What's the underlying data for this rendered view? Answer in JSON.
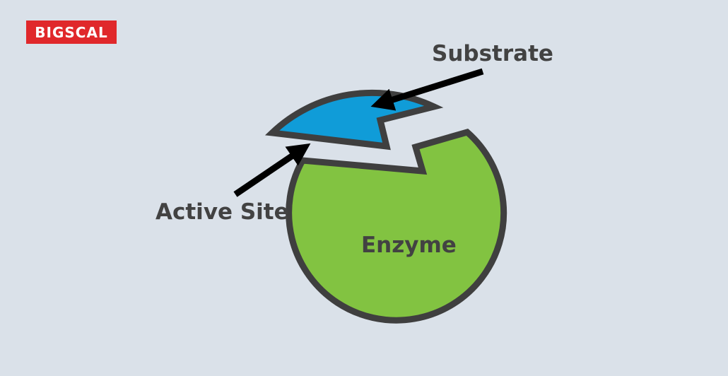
{
  "logo": {
    "text": "BIGSCAL"
  },
  "labels": {
    "substrate": "Substrate",
    "active_site": "Active Site",
    "enzyme": "Enzyme"
  },
  "colors": {
    "background": "#dae1e9",
    "enzyme_fill": "#82c341",
    "substrate_fill": "#109cd8",
    "outline": "#3f3f3f",
    "label_text": "#424242",
    "logo_background": "#e0282b",
    "arrow": "#000000"
  }
}
